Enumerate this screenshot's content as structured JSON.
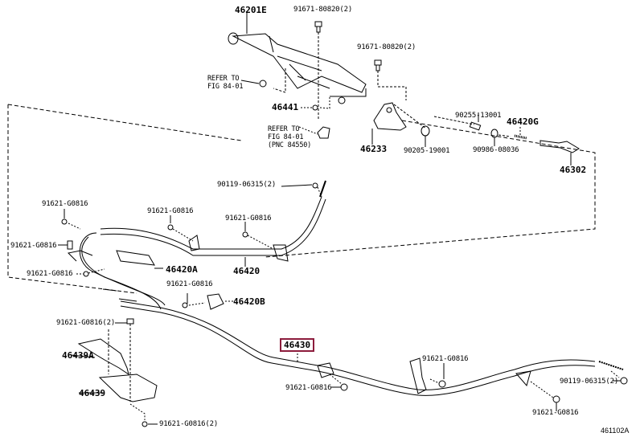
{
  "diagram": {
    "figure_code": "461102A",
    "highlight_color": "#8c1c3c",
    "highlighted_part": "46430",
    "labels": {
      "p46201E": "46201E",
      "b91671a": "91671-80820(2)",
      "b91671b": "91671-80820(2)",
      "ref1": "REFER TO\nFIG 84-01",
      "p46441": "46441",
      "ref2": "REFER TO\nFIG 84-01\n(PNC 84550)",
      "p46233": "46233",
      "p90205": "90205-19001",
      "p90255": "90255-13001",
      "p46420G": "46420G",
      "p90986": "90986-08036",
      "p46302": "46302",
      "b90119a": "90119-06315(2)",
      "b91621a": "91621-G0816",
      "b91621b": "91621-G0816",
      "b91621c": "91621-G0816",
      "b91621d": "91621-G0816",
      "p46420A": "46420A",
      "p46420": "46420",
      "b91621e": "91621-G0816",
      "b91621f": "91621-G0816",
      "p46420B": "46420B",
      "b91621g": "91621-G0816(2)",
      "p46439A": "46439A",
      "p46439": "46439",
      "b91621h": "91621-G0816(2)",
      "p46430": "46430",
      "b91621i": "91621-G0816",
      "b91621j": "91621-G0816",
      "b91621k": "91621-G0816",
      "b90119b": "90119-06315(2)"
    }
  }
}
